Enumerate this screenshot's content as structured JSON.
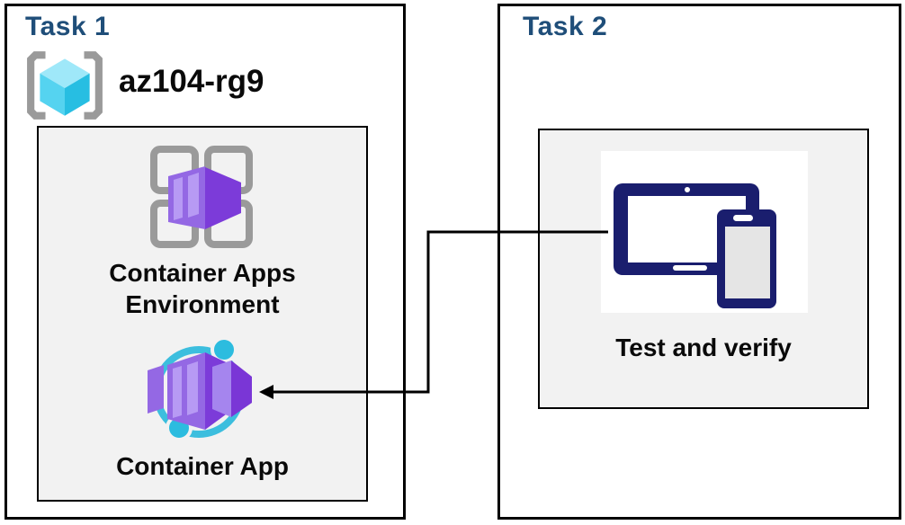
{
  "task1": {
    "title": "Task 1",
    "resource_group_name": "az104-rg9",
    "environment_label": "Container Apps Environment",
    "app_label": "Container App"
  },
  "task2": {
    "title": "Task 2",
    "verify_label": "Test and verify"
  },
  "connector": {
    "from": "Test and verify",
    "to": "Container App",
    "shape": "elbow-arrow-pointing-left"
  },
  "icons": {
    "resource_group": "resource-group-icon",
    "environment": "container-apps-environment-icon",
    "app": "container-app-icon",
    "devices": "tablet-and-phone-icon"
  },
  "colors": {
    "task_title": "#1F4E79",
    "label_text": "#0A0A0A",
    "box_border": "#000000",
    "inner_box_fill": "#F2F2F2",
    "bracket_gray": "#9A9A9A",
    "grid_gray": "#9A9A9A",
    "cube_cyan_top": "#9FE8F9",
    "cube_cyan_left": "#55D3F0",
    "cube_cyan_right": "#27BEE2",
    "purple_front": "#9468E4",
    "purple_stripe": "#B79AF4",
    "purple_side": "#7C3BD9",
    "purple_bright": "#A585EE",
    "purple_dark": "#7A36D6",
    "circle_cyan": "#3CBEDE",
    "dot_cyan": "#2CBCDF",
    "device_navy": "#1A1E6E",
    "device_screen": "#E5E5E5",
    "connector_line": "#000000"
  }
}
